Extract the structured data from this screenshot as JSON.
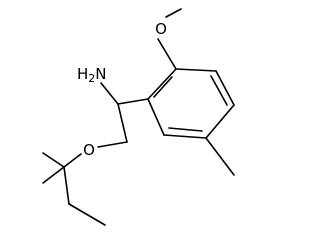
{
  "structure": {
    "atom_labels": {
      "methoxy_oxygen": "O",
      "ether_oxygen": "O",
      "amine_symbol": "H",
      "amine_subscript": "2",
      "amine_nitrogen": "N"
    },
    "substituents": [
      "methoxy",
      "methyl",
      "amine",
      "ether",
      "tert-pentyl"
    ],
    "colors": {
      "bond": "#000000",
      "background": "#ffffff"
    }
  }
}
